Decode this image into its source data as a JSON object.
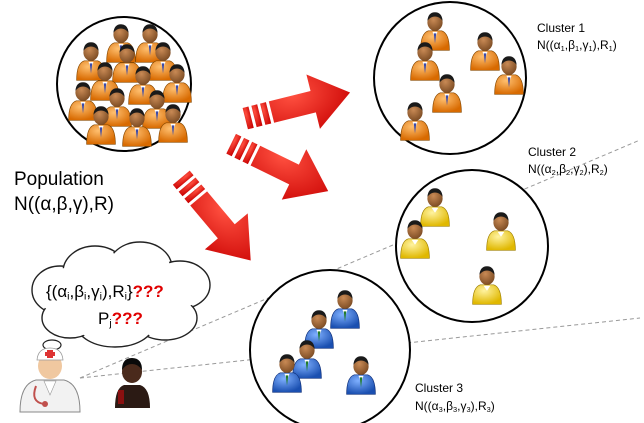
{
  "population": {
    "label": "Population",
    "formula": "N((α,β,γ),R)"
  },
  "clusters": [
    {
      "title": "Cluster 1",
      "formula_prefix": "N((",
      "alpha": "α",
      "beta": "β",
      "gamma": "γ",
      "sub": "1",
      "R": "R",
      "color": "#f08a1c"
    },
    {
      "title": "Cluster 2",
      "formula_prefix": "N((",
      "alpha": "α",
      "beta": "β",
      "gamma": "γ",
      "sub": "2",
      "R": "R",
      "color": "#f5d21a"
    },
    {
      "title": "Cluster 3",
      "formula_prefix": "N((",
      "alpha": "α",
      "beta": "β",
      "gamma": "γ",
      "sub": "3",
      "R": "R",
      "color": "#2b6fd6"
    }
  ],
  "thought": {
    "line1_open": "{(",
    "line1_sub_i": "i",
    "line1_close": "}",
    "line1_q": "???",
    "line2_p": "P",
    "line2_sub": "j",
    "line2_q": "???"
  },
  "colors": {
    "arrow": "#e60000",
    "question": "#e00000",
    "orange_person": "#f08a1c",
    "yellow_person": "#f5d21a",
    "blue_person": "#2b6fd6"
  }
}
